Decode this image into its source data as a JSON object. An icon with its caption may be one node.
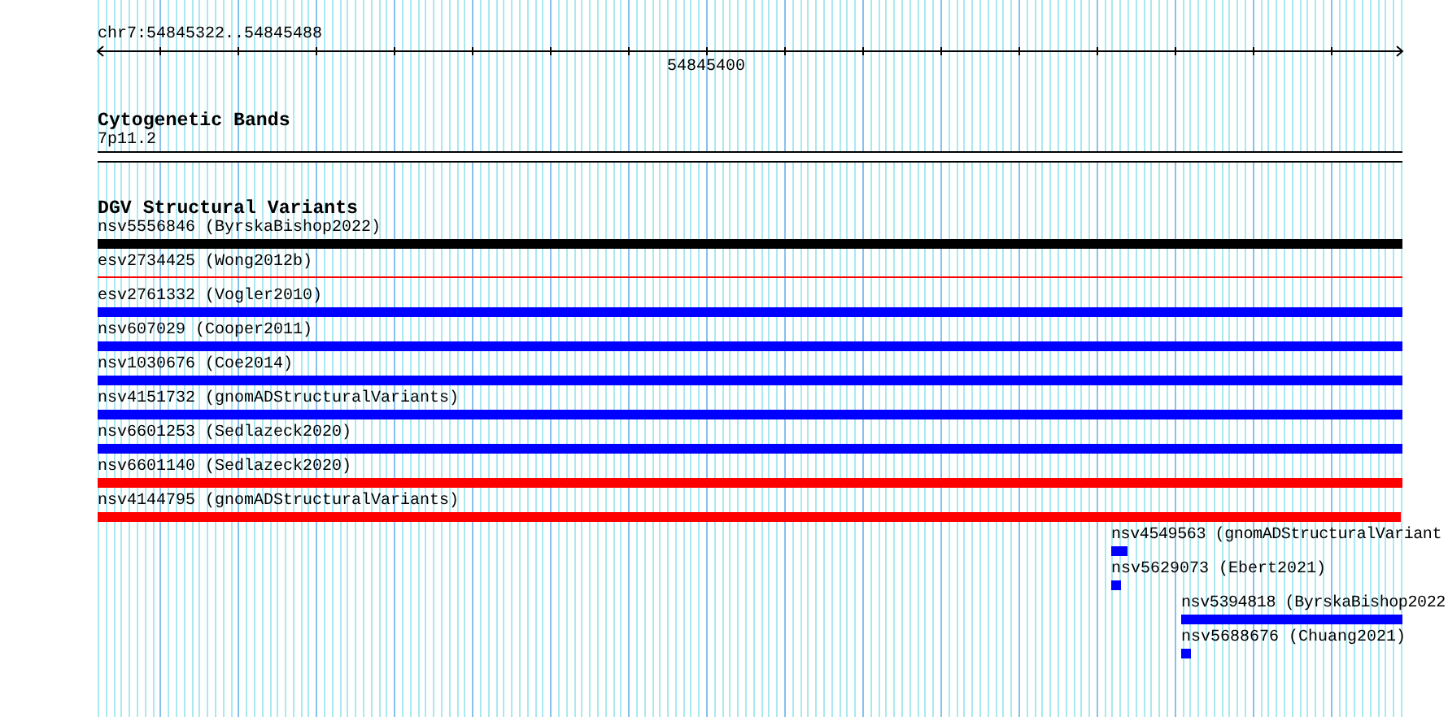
{
  "diagram": {
    "nodes": [
      {
        "text": [
          "7p11.2"
        ]
      },
      {
        "text": [
          "nsv5556846 (ByrskaBishop2022)"
        ]
      },
      {
        "text": [
          "esv2734425 (Wong2012b)"
        ]
      },
      {
        "text": [
          "esv2761332 (Vogler2010)"
        ]
      },
      {
        "text": [
          "nsv607029 (Cooper2011)"
        ]
      },
      {
        "text": [
          "nsv1030676 (Coe2014)"
        ]
      },
      {
        "text": [
          "nsv4151732 (gnomADStructuralVariants)"
        ]
      },
      {
        "text": [
          "nsv6601253 (Sedlazeck2020)"
        ]
      },
      {
        "text": [
          "nsv6601140 (Sedlazeck2020)"
        ]
      },
      {
        "text": [
          "nsv4144795 (gnomADStructuralVariants)"
        ]
      },
      {
        "text": [
          "nsv4549563 (gnomADStructuralVariant"
        ]
      },
      {
        "text": [
          "nsv5629073 (Ebert2021)"
        ]
      },
      {
        "text": [
          "nsv5394818 (ByrskaBishop2022"
        ]
      },
      {
        "text": [
          "nsv5688676 (Chuang2021)"
        ]
      }
    ],
    "labels": [
      "chr7:54845322..54845488",
      "54845400",
      "Cytogenetic Bands",
      "DGV Structural Variants"
    ]
  }
}
